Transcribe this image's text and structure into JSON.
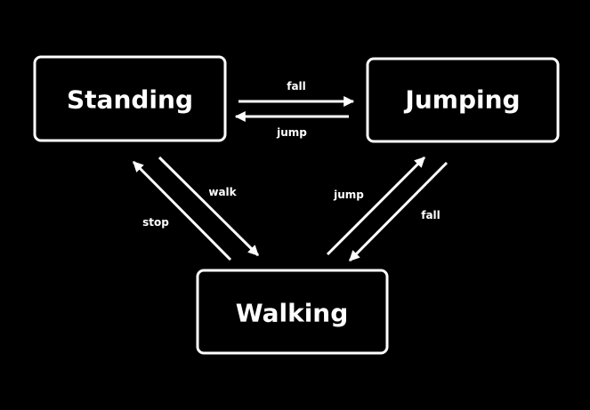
{
  "diagram": {
    "states": {
      "standing": "Standing",
      "jumping": "Jumping",
      "walking": "Walking"
    },
    "transitions": {
      "standing_to_jumping": "fall",
      "jumping_to_standing": "jump",
      "standing_to_walking": "walk",
      "walking_to_standing": "stop",
      "walking_to_jumping": "jump",
      "jumping_to_walking": "fall"
    }
  },
  "colors": {
    "background": "#000000",
    "foreground": "#ffffff"
  }
}
